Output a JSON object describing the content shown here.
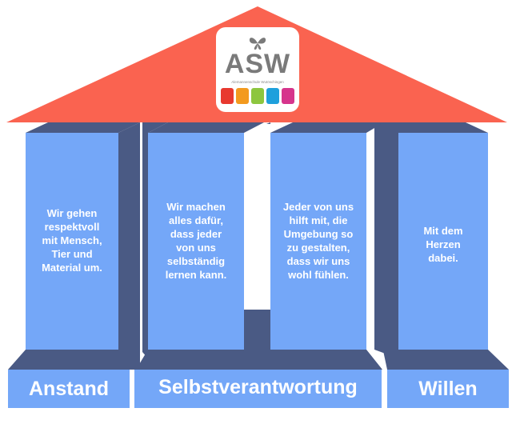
{
  "logo": {
    "text": "ASW",
    "subtitle": "Alemannenschule Wutöschingen",
    "icon": "butterfly-icon",
    "bar_colors": [
      "#e8392f",
      "#f39a1e",
      "#8dc63f",
      "#1ea0dc",
      "#d6358c"
    ]
  },
  "colors": {
    "roof": "#fa6350",
    "pillar_front": "#74a7f8",
    "pillar_side": "#4a5a84",
    "base_front": "#74a7f8",
    "base_top": "#4a5a84",
    "text": "#ffffff"
  },
  "pillars": [
    {
      "text": "Wir gehen respektvoll mit Mensch, Tier und Material um."
    },
    {
      "text": "Wir machen alles dafür, dass jeder von uns selbständig lernen kann."
    },
    {
      "text": "Jeder von uns hilft mit, die Umgebung so zu gestalten, dass wir uns wohl fühlen."
    },
    {
      "text": "Mit dem Herzen dabei."
    }
  ],
  "bases": [
    {
      "label": "Anstand"
    },
    {
      "label": "Selbstverantwortung"
    },
    {
      "label": "Willen"
    }
  ]
}
